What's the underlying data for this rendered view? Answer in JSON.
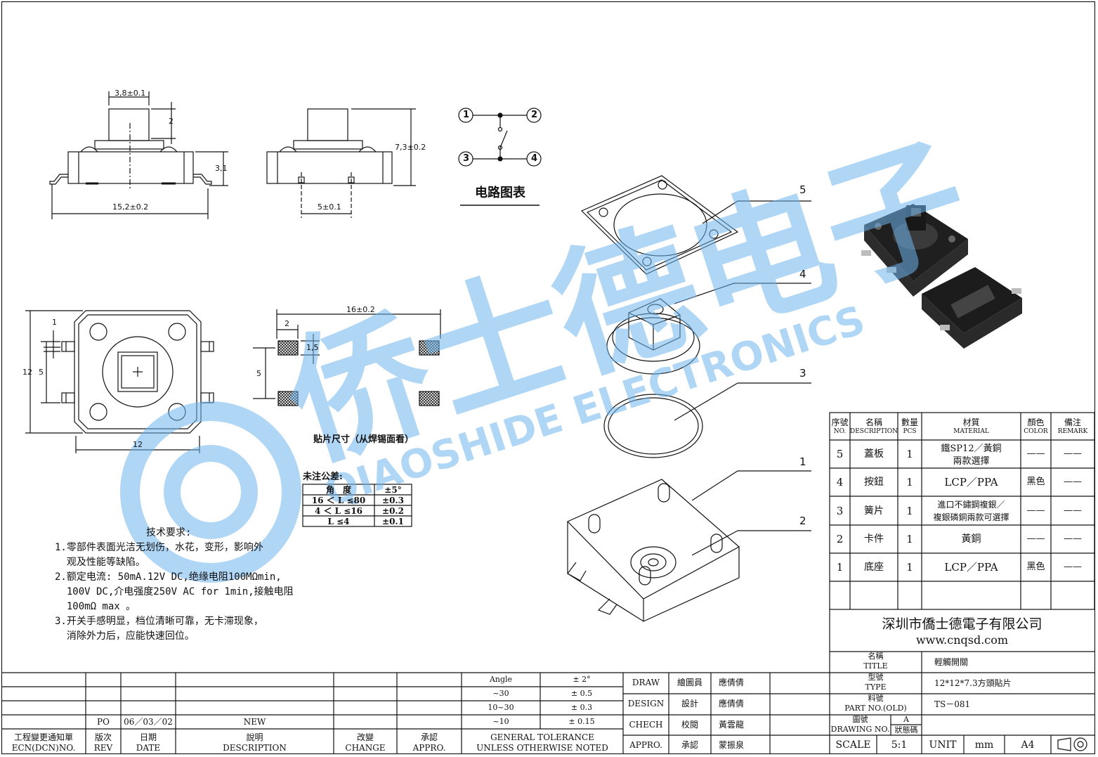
{
  "dims": {
    "top_width": "3,8±0.1",
    "top_height": "2",
    "body_height": "3,1",
    "total_width": "15,2±0.2",
    "pitch": "5±0.1",
    "total_height": "7,3±0.2",
    "plan_one": "1",
    "plan_five": "5",
    "plan_twelve_v": "12",
    "plan_twelve_h": "12",
    "pad_span": "16±0.2",
    "pad_gap": "2",
    "pad_h": "1,5",
    "pad_pitch": "5"
  },
  "circuit": {
    "title": "电路图表",
    "pins": [
      "1",
      "2",
      "3",
      "4"
    ]
  },
  "pad_caption": "贴片尺寸（从焊锡面看）",
  "tolerance": {
    "title": "未注公差:",
    "header": [
      "角　度",
      "±5°"
    ],
    "rows": [
      [
        "16 ＜ L ≤80",
        "±0.3"
      ],
      [
        "4 ＜ L ≤16",
        "±0.2"
      ],
      [
        "L ≤4",
        "±0.1"
      ]
    ]
  },
  "tech": {
    "title": "技术要求:",
    "lines": [
      "1.零部件表面光洁无划伤，水花，变形，影响外",
      "  观及性能等缺陷。",
      "2.额定电流: 50mA.12V DC,绝缘电阻100MΩmin,",
      "  100V DC,介电强度250V AC for 1min,接触电阻",
      "  100mΩ max 。",
      "3.开关手感明显，档位清晰可靠，无卡滞现象，",
      "  消除外力后，应能快速回位。"
    ]
  },
  "explode_labels": [
    "5",
    "4",
    "3",
    "1",
    "2"
  ],
  "watermark": {
    "cn": "侨士德电子",
    "en": "QIAOSHIDE ELECTRONICS"
  },
  "bom": {
    "headers": [
      {
        "cn": "序號",
        "en": "NO."
      },
      {
        "cn": "名稱",
        "en": "DESCRIPTION"
      },
      {
        "cn": "數量",
        "en": "PCS"
      },
      {
        "cn": "材質",
        "en": "MATERIAL"
      },
      {
        "cn": "顏色",
        "en": "COLOR"
      },
      {
        "cn": "備注",
        "en": "REMARK"
      }
    ],
    "rows": [
      {
        "no": "5",
        "name": "蓋板",
        "pcs": "1",
        "mat1": "鐵SP12／黃銅",
        "mat2": "兩款選擇",
        "color": "——",
        "remark": "——"
      },
      {
        "no": "4",
        "name": "按鈕",
        "pcs": "1",
        "mat1": "LCP／PPA",
        "mat2": "",
        "color": "黑色",
        "remark": "——"
      },
      {
        "no": "3",
        "name": "簧片",
        "pcs": "1",
        "mat1": "進口不鏽鋼複銀／",
        "mat2": "複銀磷銅兩款可選擇",
        "color": "——",
        "remark": "——"
      },
      {
        "no": "2",
        "name": "卡件",
        "pcs": "1",
        "mat1": "黃銅",
        "mat2": "",
        "color": "——",
        "remark": "——"
      },
      {
        "no": "1",
        "name": "底座",
        "pcs": "1",
        "mat1": "LCP／PPA",
        "mat2": "",
        "color": "黑色",
        "remark": "——"
      }
    ]
  },
  "company": {
    "name": "深圳市僑士德電子有限公司",
    "url": "www.cnqsd.com"
  },
  "titleblock": {
    "title_cn": "名稱",
    "title_en": "TITLE",
    "title_val": "輕觸開關",
    "type_cn": "型號",
    "type_en": "TYPE",
    "type_val": "12*12*7.3方頭貼片",
    "part_cn": "料號",
    "part_en": "PART NO.(OLD)",
    "part_val": "TS－081",
    "drawing_cn": "圖號",
    "drawing_en": "DRAWING NO.",
    "state_label": "狀態碼",
    "state_val": "A",
    "scale_label": "SCALE",
    "scale_val": "5:1",
    "unit_label": "UNIT",
    "unit_val": "mm",
    "size": "A4"
  },
  "approvals": [
    {
      "role": "DRAW",
      "cn": "繪圖員",
      "name": "應倩倩"
    },
    {
      "role": "DESIGN",
      "cn": "設計",
      "name": "應倩倩"
    },
    {
      "role": "CHECH",
      "cn": "校閱",
      "name": "黃雲龍"
    },
    {
      "role": "APPRO.",
      "cn": "承認",
      "name": "蒙振泉"
    }
  ],
  "general_tolerance": {
    "rows": [
      [
        "Angle",
        "± 2°"
      ],
      [
        "~30",
        "± 0.5"
      ],
      [
        "10~30",
        "± 0.3"
      ],
      [
        "~10",
        "± 0.15"
      ]
    ],
    "label1": "GENERAL TOLERANCE",
    "label2": "UNLESS OTHERWISE NOTED"
  },
  "revision": {
    "po": "PO",
    "date": "06／03／02",
    "desc": "NEW",
    "h_ecn_cn": "工程變更通知單",
    "h_ecn_en": "ECN(DCN)NO.",
    "h_rev_cn": "版次",
    "h_rev_en": "REV",
    "h_date_cn": "日期",
    "h_date_en": "DATE",
    "h_desc_cn": "說明",
    "h_desc_en": "DESCRIPTION",
    "h_change_cn": "改變",
    "h_change_en": "CHANGE",
    "h_appro_cn": "承認",
    "h_appro_en": "APPRO."
  }
}
